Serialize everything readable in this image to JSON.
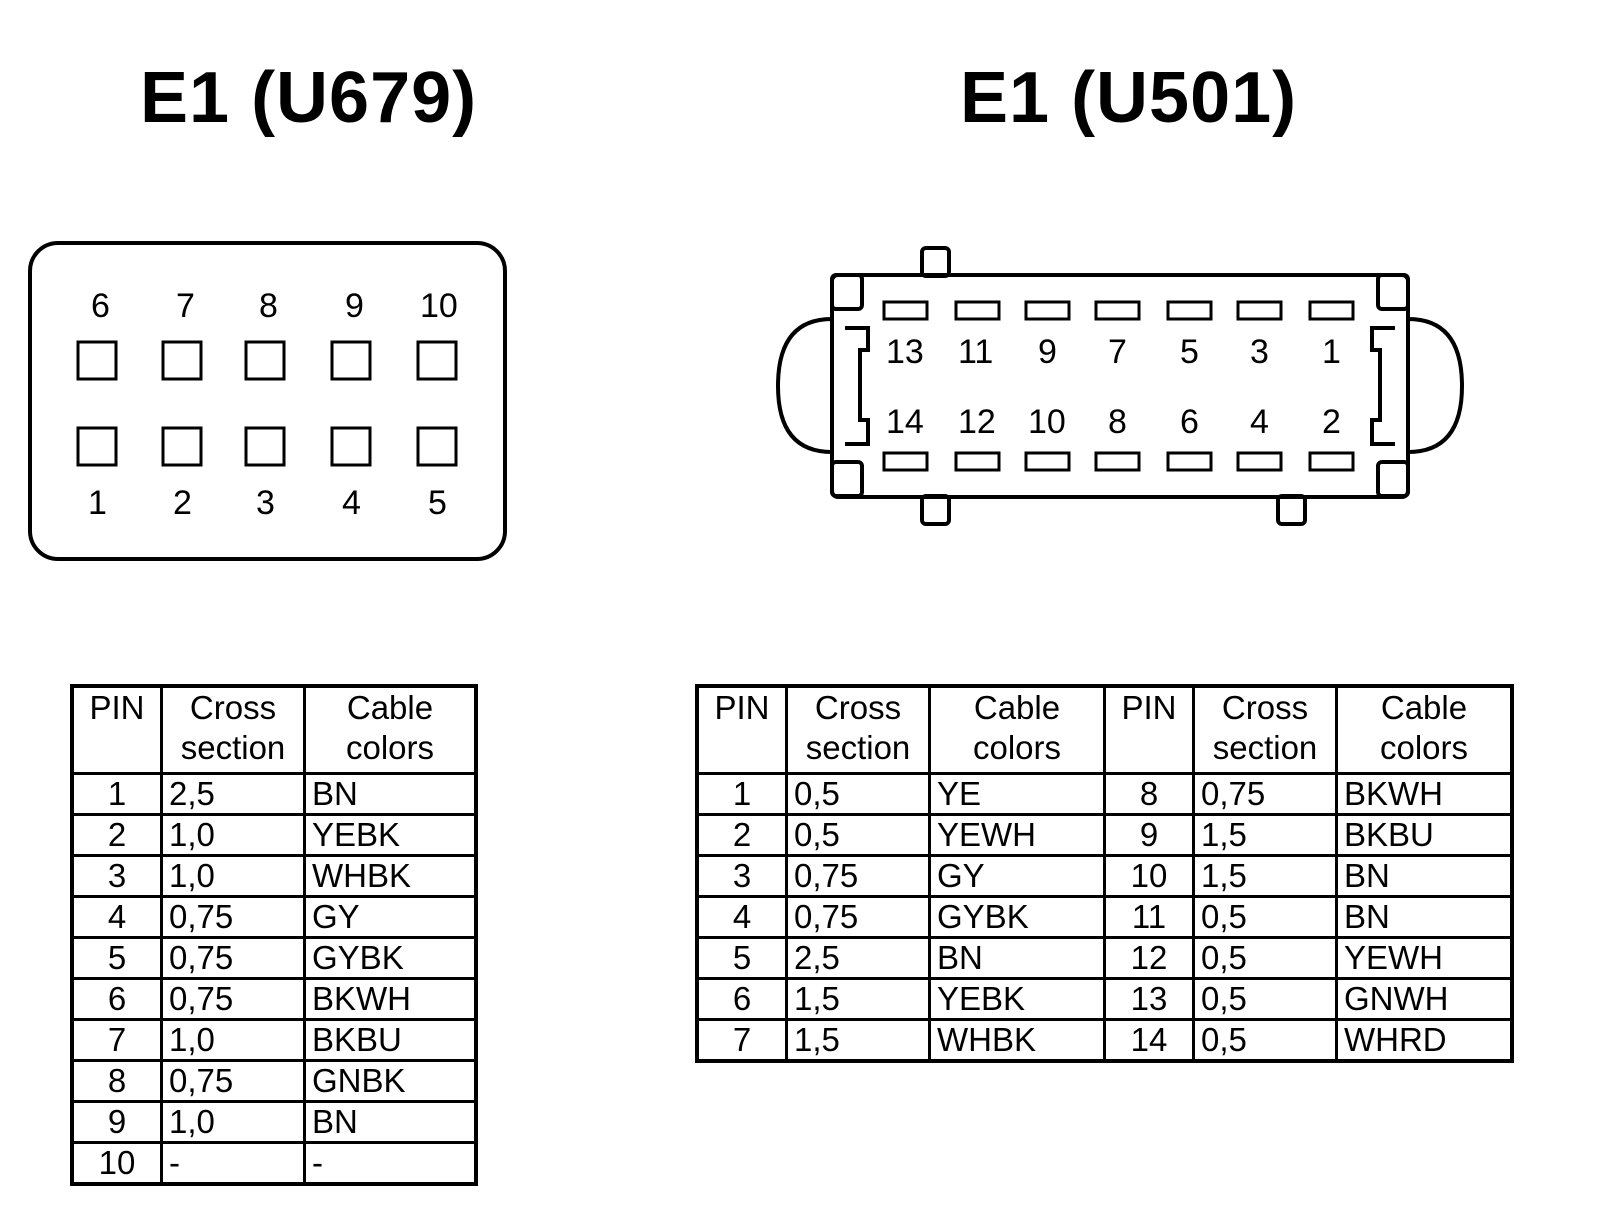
{
  "left": {
    "title": "E1 (U679)",
    "top_pins": [
      "6",
      "7",
      "8",
      "9",
      "10"
    ],
    "bottom_pins": [
      "1",
      "2",
      "3",
      "4",
      "5"
    ],
    "headers": [
      "PIN",
      "Cross\nsection",
      "Cable\ncolors"
    ],
    "rows": [
      [
        "1",
        "2,5",
        "BN"
      ],
      [
        "2",
        "1,0",
        "YEBK"
      ],
      [
        "3",
        "1,0",
        "WHBK"
      ],
      [
        "4",
        "0,75",
        "GY"
      ],
      [
        "5",
        "0,75",
        "GYBK"
      ],
      [
        "6",
        "0,75",
        "BKWH"
      ],
      [
        "7",
        "1,0",
        "BKBU"
      ],
      [
        "8",
        "0,75",
        "GNBK"
      ],
      [
        "9",
        "1,0",
        "BN"
      ],
      [
        "10",
        "-",
        "-"
      ]
    ]
  },
  "right": {
    "title": "E1 (U501)",
    "top_pins": [
      "13",
      "11",
      "9",
      "7",
      "5",
      "3",
      "1"
    ],
    "bottom_pins": [
      "14",
      "12",
      "10",
      "8",
      "6",
      "4",
      "2"
    ],
    "headers": [
      "PIN",
      "Cross\nsection",
      "Cable\ncolors",
      "PIN",
      "Cross\nsection",
      "Cable\ncolors"
    ],
    "rows": [
      [
        "1",
        "0,5",
        "YE",
        "8",
        "0,75",
        "BKWH"
      ],
      [
        "2",
        "0,5",
        "YEWH",
        "9",
        "1,5",
        "BKBU"
      ],
      [
        "3",
        "0,75",
        "GY",
        "10",
        "1,5",
        "BN"
      ],
      [
        "4",
        "0,75",
        "GYBK",
        "11",
        "0,5",
        "BN"
      ],
      [
        "5",
        "2,5",
        "BN",
        "12",
        "0,5",
        "YEWH"
      ],
      [
        "6",
        "1,5",
        "YEBK",
        "13",
        "0,5",
        "GNWH"
      ],
      [
        "7",
        "1,5",
        "WHBK",
        "14",
        "0,5",
        "WHRD"
      ]
    ]
  }
}
